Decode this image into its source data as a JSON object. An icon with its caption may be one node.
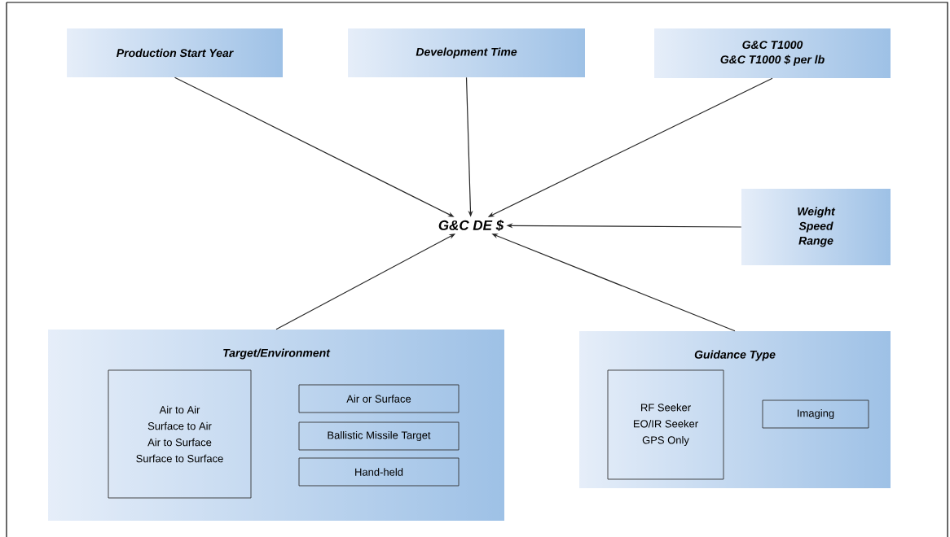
{
  "diagram": {
    "nodes": [
      {
        "text": [
          "Production Start Year"
        ]
      },
      {
        "text": [
          "Development Time"
        ]
      },
      {
        "text": [
          "G&C T1000",
          "G&C T1000 $ per lb"
        ]
      },
      {
        "text": [
          "G&C DE $"
        ]
      },
      {
        "text": [
          "Weight",
          "Speed",
          "Range"
        ]
      },
      {
        "text": [
          "Target/Environment"
        ]
      },
      {
        "text": [
          "Air to Air",
          "Surface to Air",
          "Air to Surface",
          "Surface to Surface"
        ],
        "in": 5
      },
      {
        "text": [
          "Air or Surface"
        ],
        "in": 5
      },
      {
        "text": [
          "Ballistic Missile Target"
        ],
        "in": 5
      },
      {
        "text": [
          "Hand-held"
        ],
        "in": 5
      },
      {
        "text": [
          "Guidance Type"
        ]
      },
      {
        "text": [
          "RF Seeker",
          "EO/IR Seeker",
          "GPS Only"
        ],
        "in": 10
      },
      {
        "text": [
          "Imaging"
        ],
        "in": 10
      }
    ],
    "edges": [
      {
        "from": 0,
        "to": 3,
        "arrow": "to"
      },
      {
        "from": 1,
        "to": 3,
        "arrow": "to"
      },
      {
        "from": 2,
        "to": 3,
        "arrow": "to"
      },
      {
        "from": 4,
        "to": 3,
        "arrow": "to"
      },
      {
        "from": 5,
        "to": 3,
        "arrow": "to"
      },
      {
        "from": 10,
        "to": 3,
        "arrow": "to"
      }
    ]
  }
}
